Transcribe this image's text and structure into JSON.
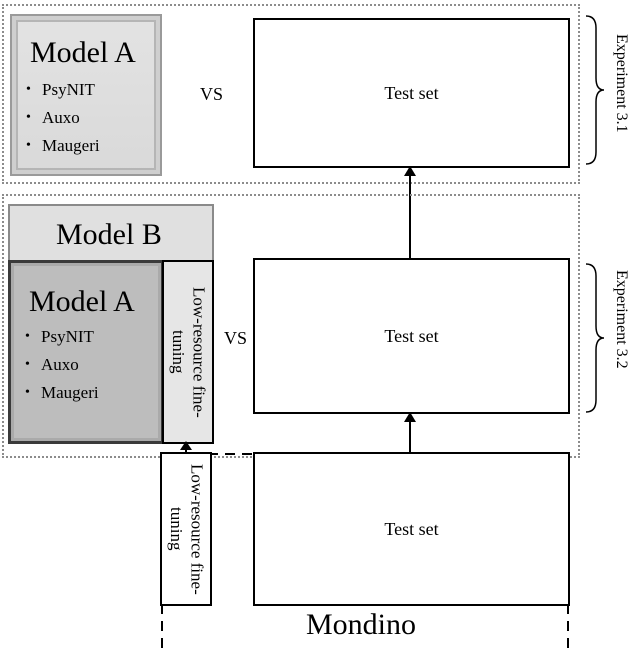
{
  "experiment_1": {
    "label": "Experiment 3.1",
    "model_a": {
      "title": "Model A",
      "items": [
        "PsyNIT",
        "Auxo",
        "Maugeri"
      ]
    },
    "vs": "VS",
    "test_set": "Test set"
  },
  "experiment_2": {
    "label": "Experiment 3.2",
    "model_b_title": "Model B",
    "model_a": {
      "title": "Model A",
      "items": [
        "PsyNIT",
        "Auxo",
        "Maugeri"
      ]
    },
    "low_resource": "Low-resource fine-tuning",
    "vs": "VS",
    "test_set": "Test set"
  },
  "mondino": {
    "title": "Mondino",
    "low_resource": "Low-resource fine-tuning",
    "test_set": "Test set"
  },
  "bullet": "•"
}
